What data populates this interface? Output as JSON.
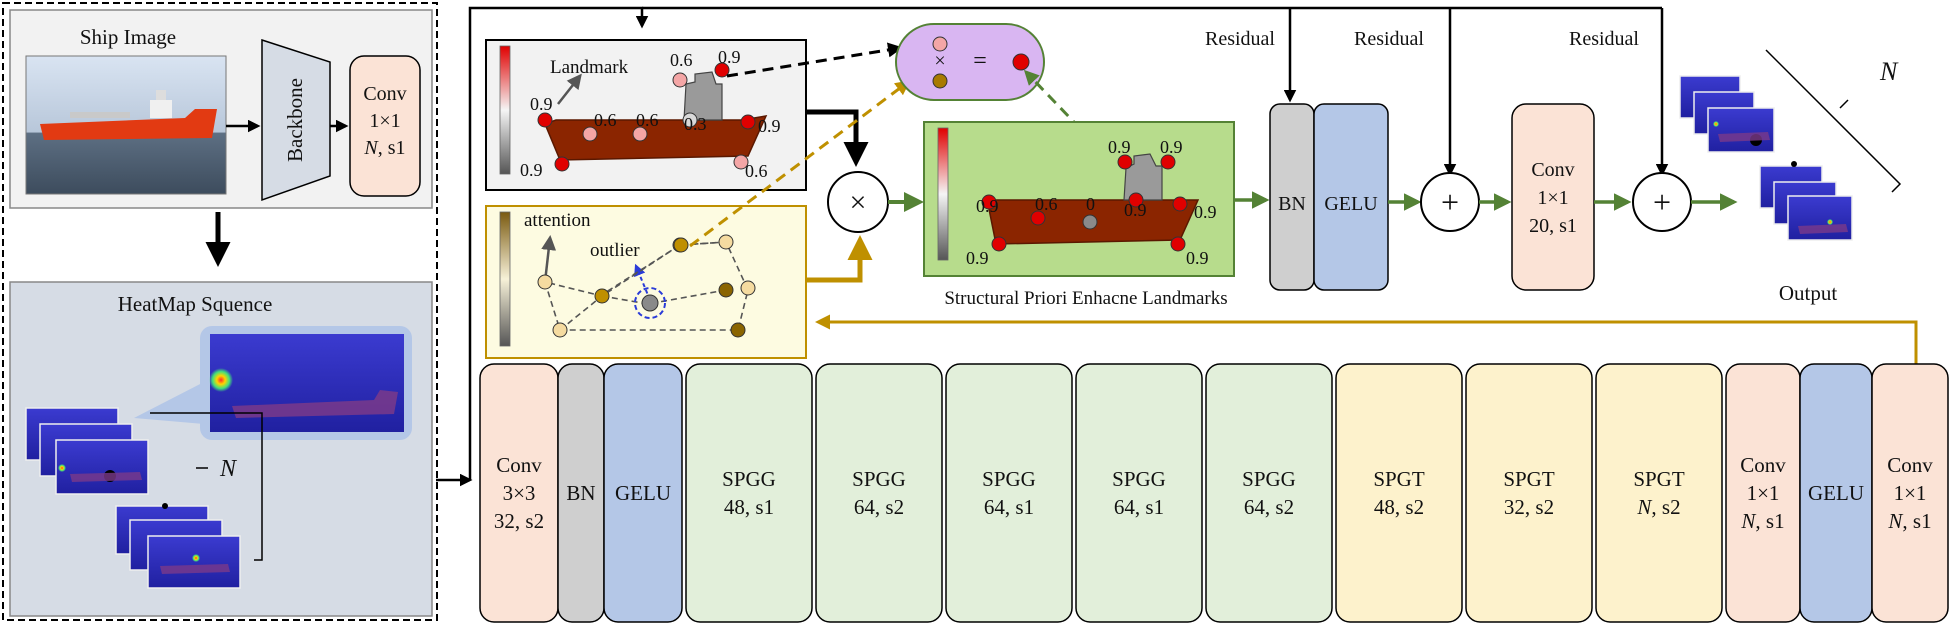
{
  "left_panel": {
    "ship_image_title": "Ship Image",
    "backbone_label": "Backbone",
    "conv": {
      "line1": "Conv",
      "line2": "1×1",
      "line3_a": "N",
      "line3_b": ", s1"
    },
    "heatmap_title": "HeatMap Squence",
    "n_label": "N"
  },
  "priors": {
    "landmark_label": "Landmark",
    "attention_label": "attention",
    "outlier_label": "outlier",
    "landmark_scores": [
      "0.6",
      "0.9",
      "0.9",
      "0.6",
      "0.6",
      "0.3",
      "0.9",
      "0.9",
      "0.6"
    ],
    "enhanced_scores": [
      "0.9",
      "0.9",
      "0.9",
      "0.6",
      "0",
      "0.9",
      "0.9",
      "0.9",
      "0.9"
    ],
    "enhanced_title": "Structural Priori Enhacne Landmarks",
    "combine_symbol": "×",
    "equals_symbol": "="
  },
  "head": {
    "residual_labels": [
      "Residual",
      "Residual",
      "Residual"
    ],
    "bn_label": "BN",
    "gelu_label": "GELU",
    "conv": {
      "line1": "Conv",
      "line2": "1×1",
      "line3": "20, s1"
    },
    "output_label": "Output",
    "n_label": "N",
    "multiply_symbol": "×",
    "add_symbol": "+"
  },
  "pipeline": [
    {
      "lines": [
        "Conv",
        "3×3",
        "32, s2"
      ],
      "kind": "conv"
    },
    {
      "lines": [
        "BN"
      ],
      "kind": "bn"
    },
    {
      "lines": [
        "GELU"
      ],
      "kind": "gelu"
    },
    {
      "lines": [
        "SPGG",
        "48, s1"
      ],
      "kind": "spgg"
    },
    {
      "lines": [
        "SPGG",
        "64, s2"
      ],
      "kind": "spgg"
    },
    {
      "lines": [
        "SPGG",
        "64, s1"
      ],
      "kind": "spgg"
    },
    {
      "lines": [
        "SPGG",
        "64, s1"
      ],
      "kind": "spgg"
    },
    {
      "lines": [
        "SPGG",
        "64, s2"
      ],
      "kind": "spgg"
    },
    {
      "lines": [
        "SPGT",
        "48, s2"
      ],
      "kind": "spgt"
    },
    {
      "lines": [
        "SPGT",
        "32, s2"
      ],
      "kind": "spgt"
    },
    {
      "lines": [
        "SPGT",
        "N, s2"
      ],
      "kind": "spgt"
    },
    {
      "lines": [
        "Conv",
        "1×1",
        "N, s1"
      ],
      "kind": "conv"
    },
    {
      "lines": [
        "GELU"
      ],
      "kind": "gelu"
    },
    {
      "lines": [
        "Conv",
        "1×1",
        "N, s1"
      ],
      "kind": "conv"
    }
  ],
  "colors": {
    "conv": "#fbe3d6",
    "bn": "#cfcfcf",
    "gelu": "#b4c7e7",
    "spgg": "#e2efda",
    "spgt": "#fdf2cc",
    "prior_panel": "#f2f2f2",
    "attention_panel": "#fdfbe1",
    "enhanced_panel": "#b7dc8c",
    "left_panel_bg": "#d6dce5",
    "hull": "#8b2500",
    "gold_arrow": "#bf9000",
    "green_arrow": "#548235",
    "combine_blob": "#d9b6f2"
  }
}
